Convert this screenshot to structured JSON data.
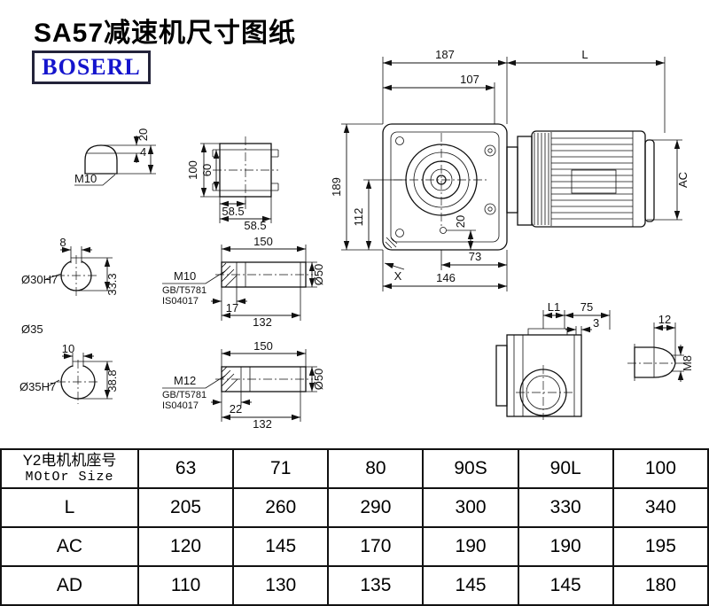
{
  "header": {
    "title": "SA57减速机尺寸图纸",
    "logo": "BOSERL"
  },
  "drawing": {
    "main": {
      "d187": "187",
      "dL": "L",
      "d107": "107",
      "d189": "189",
      "d112": "112",
      "d20": "20",
      "d73": "73",
      "d146": "146",
      "dX": "X",
      "dAC": "AC"
    },
    "side": {
      "dL1": "L1",
      "d75": "75",
      "d3": "3",
      "d12": "12",
      "dM8": "M8"
    },
    "shaft_end": {
      "thread": "M10",
      "d4": "4",
      "d20": "20"
    },
    "flange": {
      "d100": "100",
      "d60": "60",
      "d585a": "58.5",
      "d585b": "58.5"
    },
    "bore1": {
      "d8": "8",
      "label": "Ø30H7",
      "d333": "33.3"
    },
    "shaft1": {
      "d150": "150",
      "thread": "M10",
      "std1": "GB/T5781",
      "std2": "IS04017",
      "d17": "17",
      "d132": "132",
      "dia": "Ø50"
    },
    "mid": {
      "d35": "Ø35"
    },
    "bore2": {
      "d10": "10",
      "label": "Ø35H7",
      "d388": "38.8"
    },
    "shaft2": {
      "d150": "150",
      "thread": "M12",
      "std1": "GB/T5781",
      "std2": "IS04017",
      "d22": "22",
      "d132": "132",
      "dia": "Ø50"
    }
  },
  "table": {
    "header": {
      "line1": "Y2电机机座号",
      "line2": "MOtOr Size"
    },
    "sizes": [
      "63",
      "71",
      "80",
      "90S",
      "90L",
      "100"
    ],
    "rows": [
      {
        "label": "L",
        "values": [
          "205",
          "260",
          "290",
          "300",
          "330",
          "340"
        ]
      },
      {
        "label": "AC",
        "values": [
          "120",
          "145",
          "170",
          "190",
          "190",
          "195"
        ]
      },
      {
        "label": "AD",
        "values": [
          "110",
          "130",
          "135",
          "145",
          "145",
          "180"
        ]
      }
    ]
  }
}
